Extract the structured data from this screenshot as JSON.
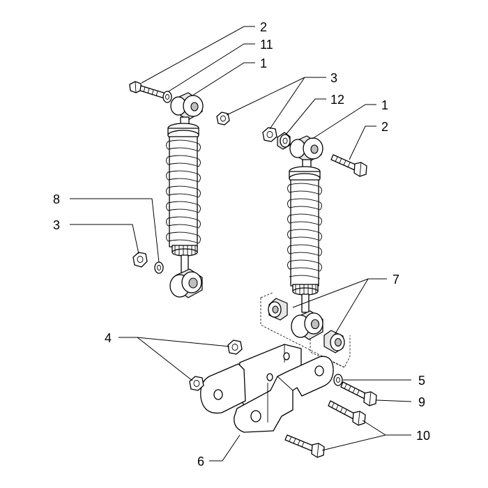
{
  "callouts": {
    "c2_top": "2",
    "c11": "11",
    "c1_left": "1",
    "c3_top": "3",
    "c12": "12",
    "c1_right": "1",
    "c2_right": "2",
    "c8": "8",
    "c3_left": "3",
    "c7": "7",
    "c4": "4",
    "c5": "5",
    "c9": "9",
    "c10": "10",
    "c6": "6"
  }
}
